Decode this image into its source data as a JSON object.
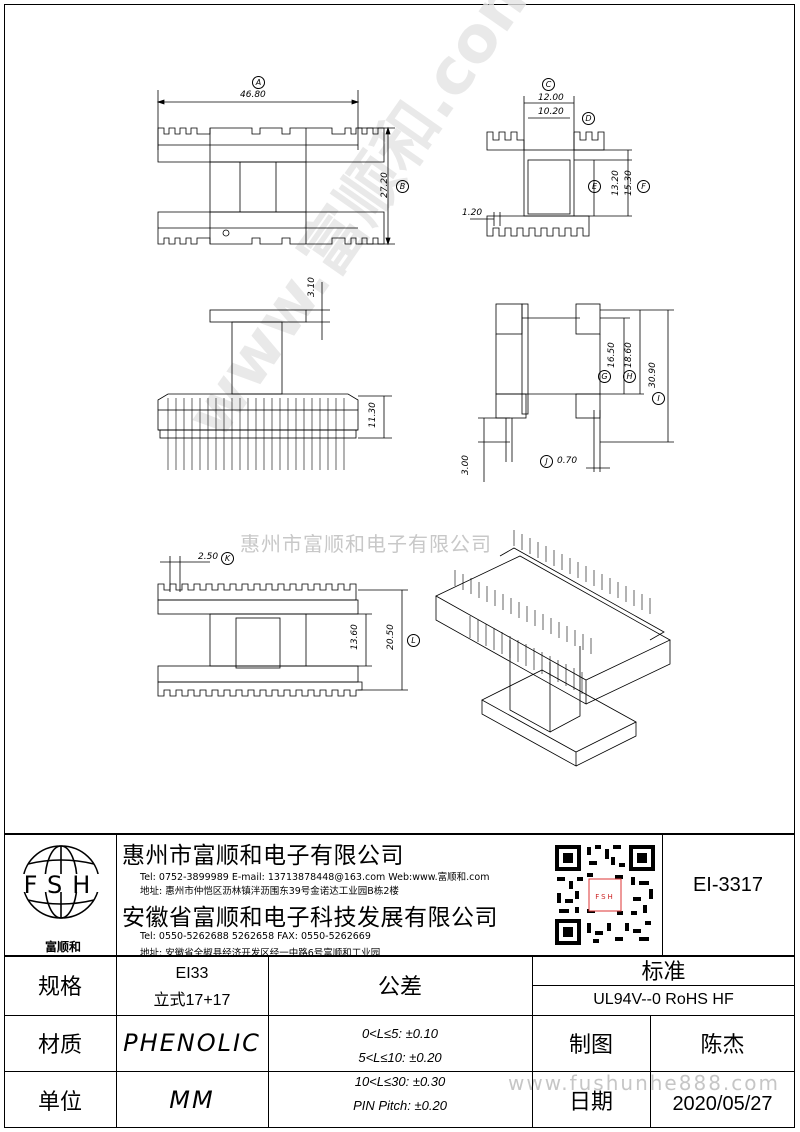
{
  "watermark": {
    "center_text": "惠州市富顺和电子有限公司",
    "diagonal_text": "www.富顺和.com",
    "bottom_text": "www.fushunhe888.com"
  },
  "dims": {
    "A": "46.80",
    "A_tag": "A",
    "B": "27.20",
    "B_tag": "B",
    "C1": "12.00",
    "C2": "10.20",
    "C_tag": "C",
    "D_tag": "D",
    "E": "13.20",
    "E_tag": "E",
    "F": "15.30",
    "F_tag": "F",
    "t120": "1.20",
    "t310": "3.10",
    "t1130": "11.30",
    "G": "16.50",
    "G_tag": "G",
    "H": "18.60",
    "H_tag": "H",
    "I": "30.90",
    "I_tag": "I",
    "t300": "3.00",
    "J": "0.70",
    "J_tag": "J",
    "K": "2.50",
    "K_tag": "K",
    "t1360": "13.60",
    "L": "20.50",
    "L_tag": "L"
  },
  "title_block": {
    "logo_letters": "FSH",
    "logo_name": "富顺和",
    "company1": "惠州市富顺和电子有限公司",
    "company1_contact": "Tel:  0752-3899989  E-mail: 13713878448@163.com  Web:www.富顺和.com",
    "company1_address": "地址:  惠州市仲恺区沥林镇泮沥围东39号金诺达工业园B栋2楼",
    "company2": "安徽省富顺和电子科技发展有限公司",
    "company2_contact": "Tel:  0550-5262688  5262658        FAX:  0550-5262669",
    "company2_address": "地址:  安徽省全椒县经济开发区经一中路6号富顺和工业园",
    "qr_logo": "FSH",
    "part_number": "EI-3317"
  },
  "spec_table": {
    "spec_label": "规格",
    "spec_value_1": "EI33",
    "spec_value_2": "立式17+17",
    "tolerance_label": "公差",
    "standard_label": "标准",
    "standard_value": "UL94V--0  RoHS HF",
    "material_label": "材质",
    "material_value": "PHENOLIC",
    "tol_1": "0<L≤5: ±0.10",
    "tol_2": "5<L≤10: ±0.20",
    "tol_3": "10<L≤30: ±0.30",
    "tol_4": "PIN Pitch: ±0.20",
    "drawn_label": "制图",
    "drawn_value": "陈杰",
    "unit_label": "单位",
    "unit_value": "MM",
    "date_label": "日期",
    "date_value": "2020/05/27"
  }
}
